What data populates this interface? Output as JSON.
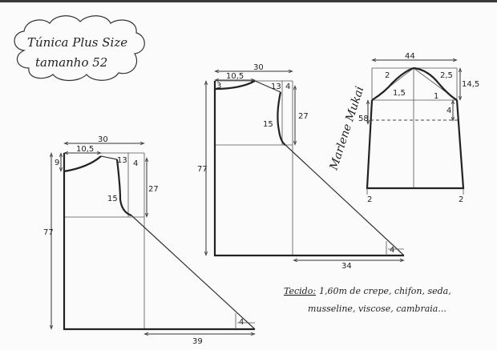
{
  "title": {
    "line1": "Túnica Plus Size",
    "line2": "tamanho 52"
  },
  "front": {
    "width": "30",
    "neck_width": "10,5",
    "neck_depth": "9",
    "shoulder_drop": "4",
    "shoulder": "13",
    "armhole_depth": "27",
    "armhole_curve": "15",
    "length": "77",
    "hem_extension": "39",
    "hem_rise": "4"
  },
  "back": {
    "width": "30",
    "neck_width": "10,5",
    "neck_depth": "3",
    "shoulder_drop": "4",
    "shoulder": "13",
    "armhole_depth": "27",
    "armhole_curve": "15",
    "length": "77",
    "hem_extension": "34",
    "hem_rise": "4"
  },
  "sleeve": {
    "width": "44",
    "cap_height": "14,5",
    "front_curve": "2",
    "back_curve": "2,5",
    "front_mark": "1,5",
    "back_mark": "1",
    "length": "58",
    "elbow": "4",
    "hem_left": "2",
    "hem_right": "2"
  },
  "signature": "Marlene Mukai",
  "fabric": {
    "label": "Tecido:",
    "line1": "1,60m de crepe, chifon, seda,",
    "line2": "musseline, viscose, cambraia..."
  }
}
